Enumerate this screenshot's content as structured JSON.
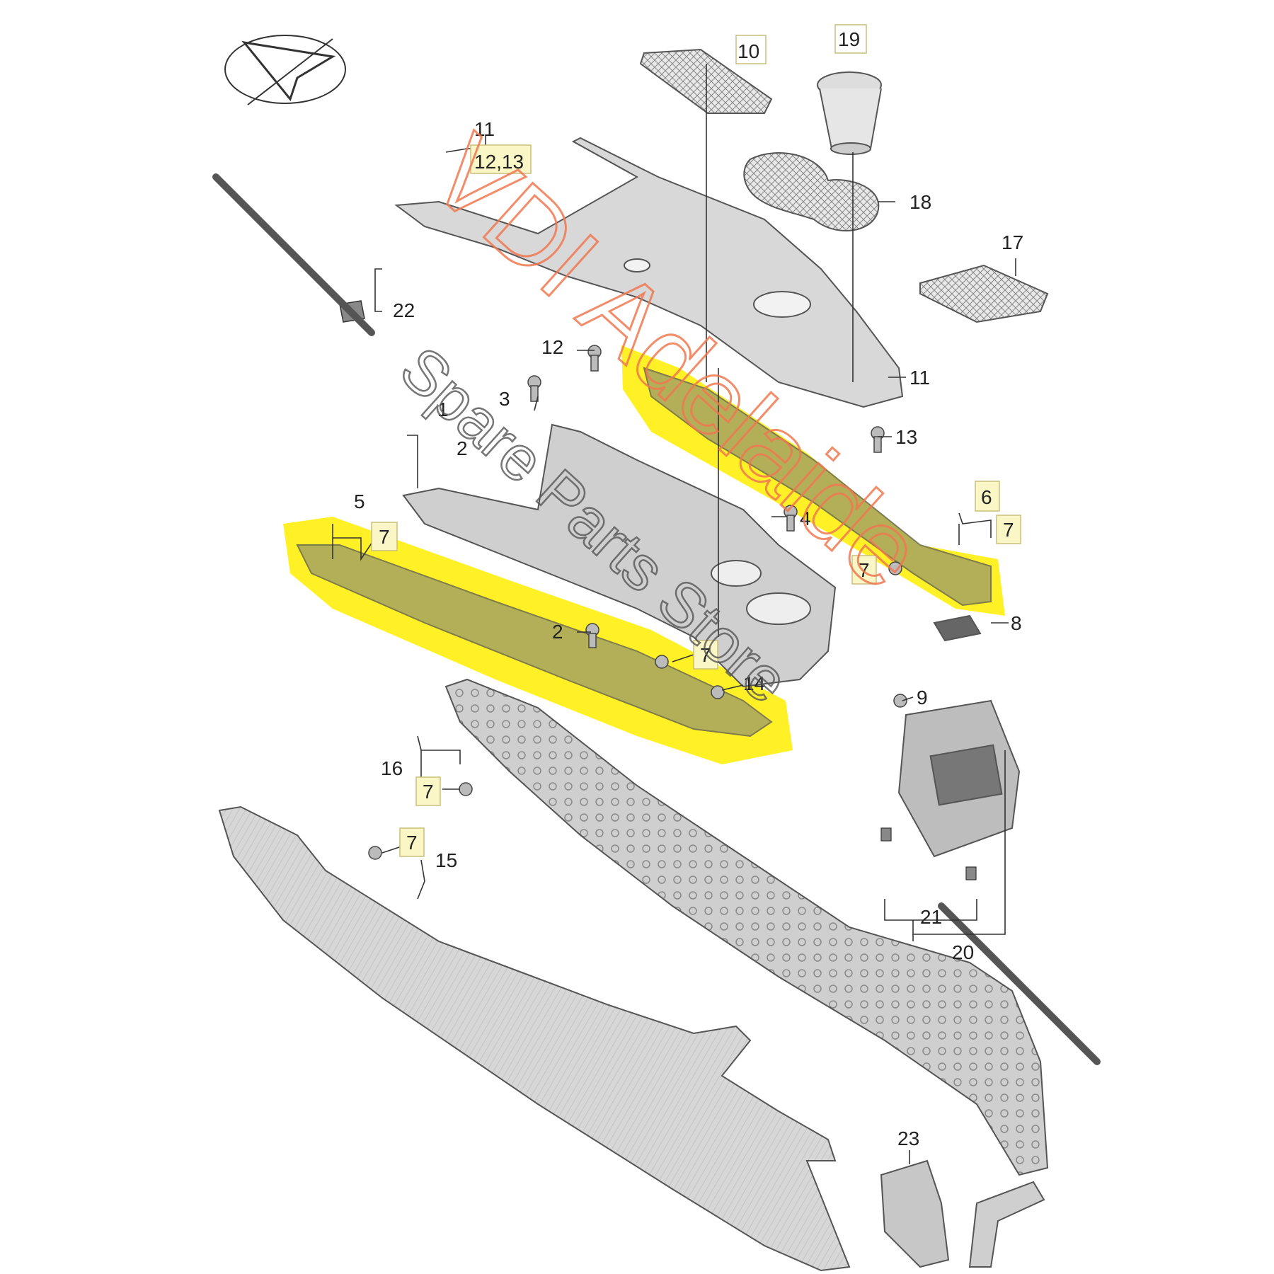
{
  "watermark": {
    "title": "VDI Adelaide",
    "subtitle": "Spare Parts Store",
    "title_color": "#f07850"
  },
  "highlight_color": "#ffee00",
  "callouts": {
    "c1": "1",
    "c2a": "2",
    "c2b": "2",
    "c3": "3",
    "c4": "4",
    "c5": "5",
    "c6": "6",
    "c7a": "7",
    "c7b": "7",
    "c7c": "7",
    "c7d": "7",
    "c7e": "7",
    "c7f": "7",
    "c8": "8",
    "c9": "9",
    "c10": "10",
    "c11a": "11",
    "c11b": "11",
    "c12_13": "12,13",
    "c12": "12",
    "c13": "13",
    "c14": "14",
    "c15": "15",
    "c16": "16",
    "c17": "17",
    "c18": "18",
    "c19": "19",
    "c20": "20",
    "c21": "21",
    "c22": "22",
    "c23": "23"
  }
}
